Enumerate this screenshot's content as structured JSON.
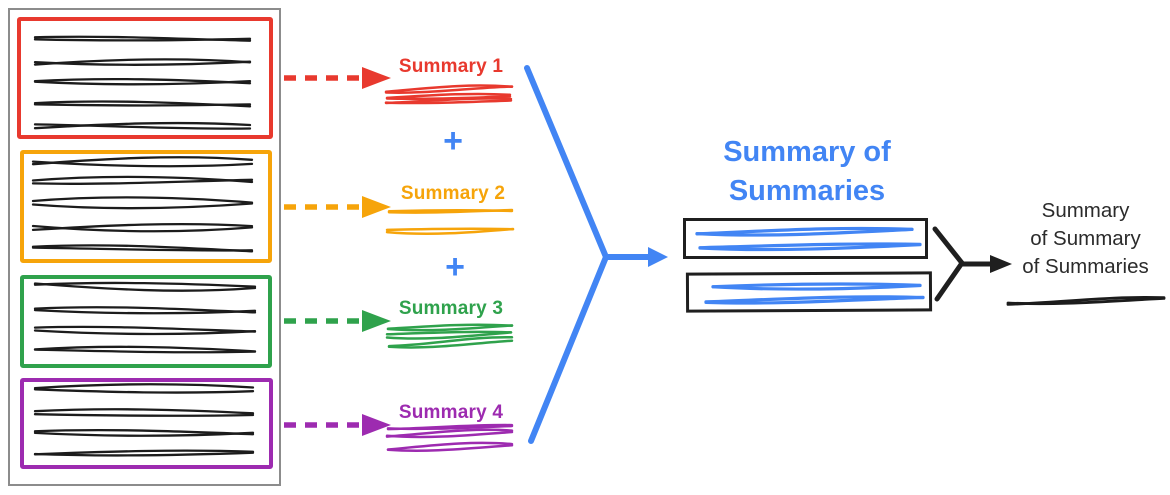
{
  "colors": {
    "red": "#e8392e",
    "orange": "#f6a40a",
    "green": "#2fa24c",
    "purple": "#9d2bb0",
    "blue": "#4285f4",
    "ink": "#1f1f1f",
    "dark_text": "#2b2b2b",
    "container_border": "#8c8c8c",
    "scribble_ink": "#1c1c1c"
  },
  "source_document": {
    "chunks": [
      {
        "id": 1,
        "color": "red",
        "line_count": 5
      },
      {
        "id": 2,
        "color": "orange",
        "line_count": 5
      },
      {
        "id": 3,
        "color": "green",
        "line_count": 4
      },
      {
        "id": 4,
        "color": "purple",
        "line_count": 4
      }
    ]
  },
  "summaries": [
    {
      "label": "Summary 1",
      "color": "red"
    },
    {
      "label": "Summary 2",
      "color": "orange"
    },
    {
      "label": "Summary 3",
      "color": "green"
    },
    {
      "label": "Summary 4",
      "color": "purple"
    }
  ],
  "plus_sign": "+",
  "summary_of_summaries": {
    "title": "Summary of\nSummaries",
    "box_count": 2
  },
  "final_summary": {
    "label": "Summary\nof Summary\nof Summaries"
  }
}
